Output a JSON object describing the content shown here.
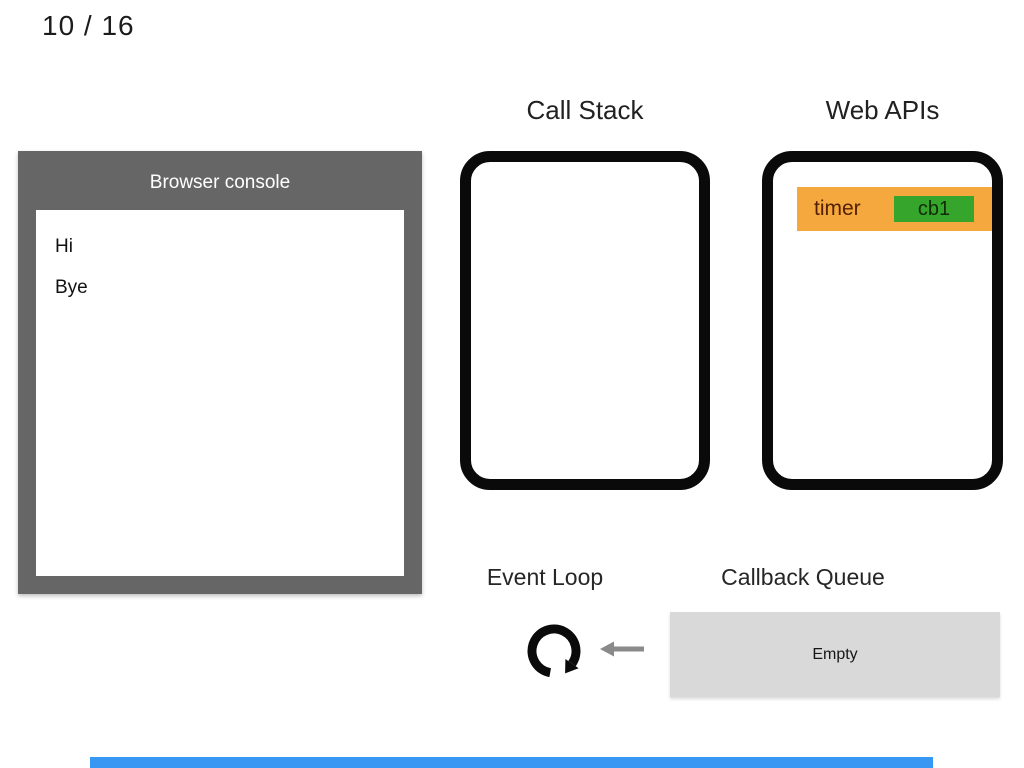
{
  "slide": {
    "page_indicator": "10 / 16"
  },
  "browser_console": {
    "title": "Browser console",
    "logs": [
      "Hi",
      "Bye"
    ]
  },
  "call_stack": {
    "title": "Call Stack",
    "frames": []
  },
  "web_apis": {
    "title": "Web APIs",
    "items": [
      {
        "type": "timer",
        "callback": "cb1"
      }
    ]
  },
  "event_loop": {
    "title": "Event Loop",
    "icon": "circular-arrow-icon"
  },
  "callback_queue": {
    "title": "Callback Queue",
    "status": "Empty"
  },
  "colors": {
    "console_chrome": "#666666",
    "box_outline": "#0a0a0a",
    "timer_fill": "#f5a83e",
    "timer_text": "#521f02",
    "callback_fill": "#35a62b",
    "queue_fill": "#d9d9d9",
    "arrow_gray": "#8a8a8a",
    "progress_blue": "#3797f3"
  }
}
